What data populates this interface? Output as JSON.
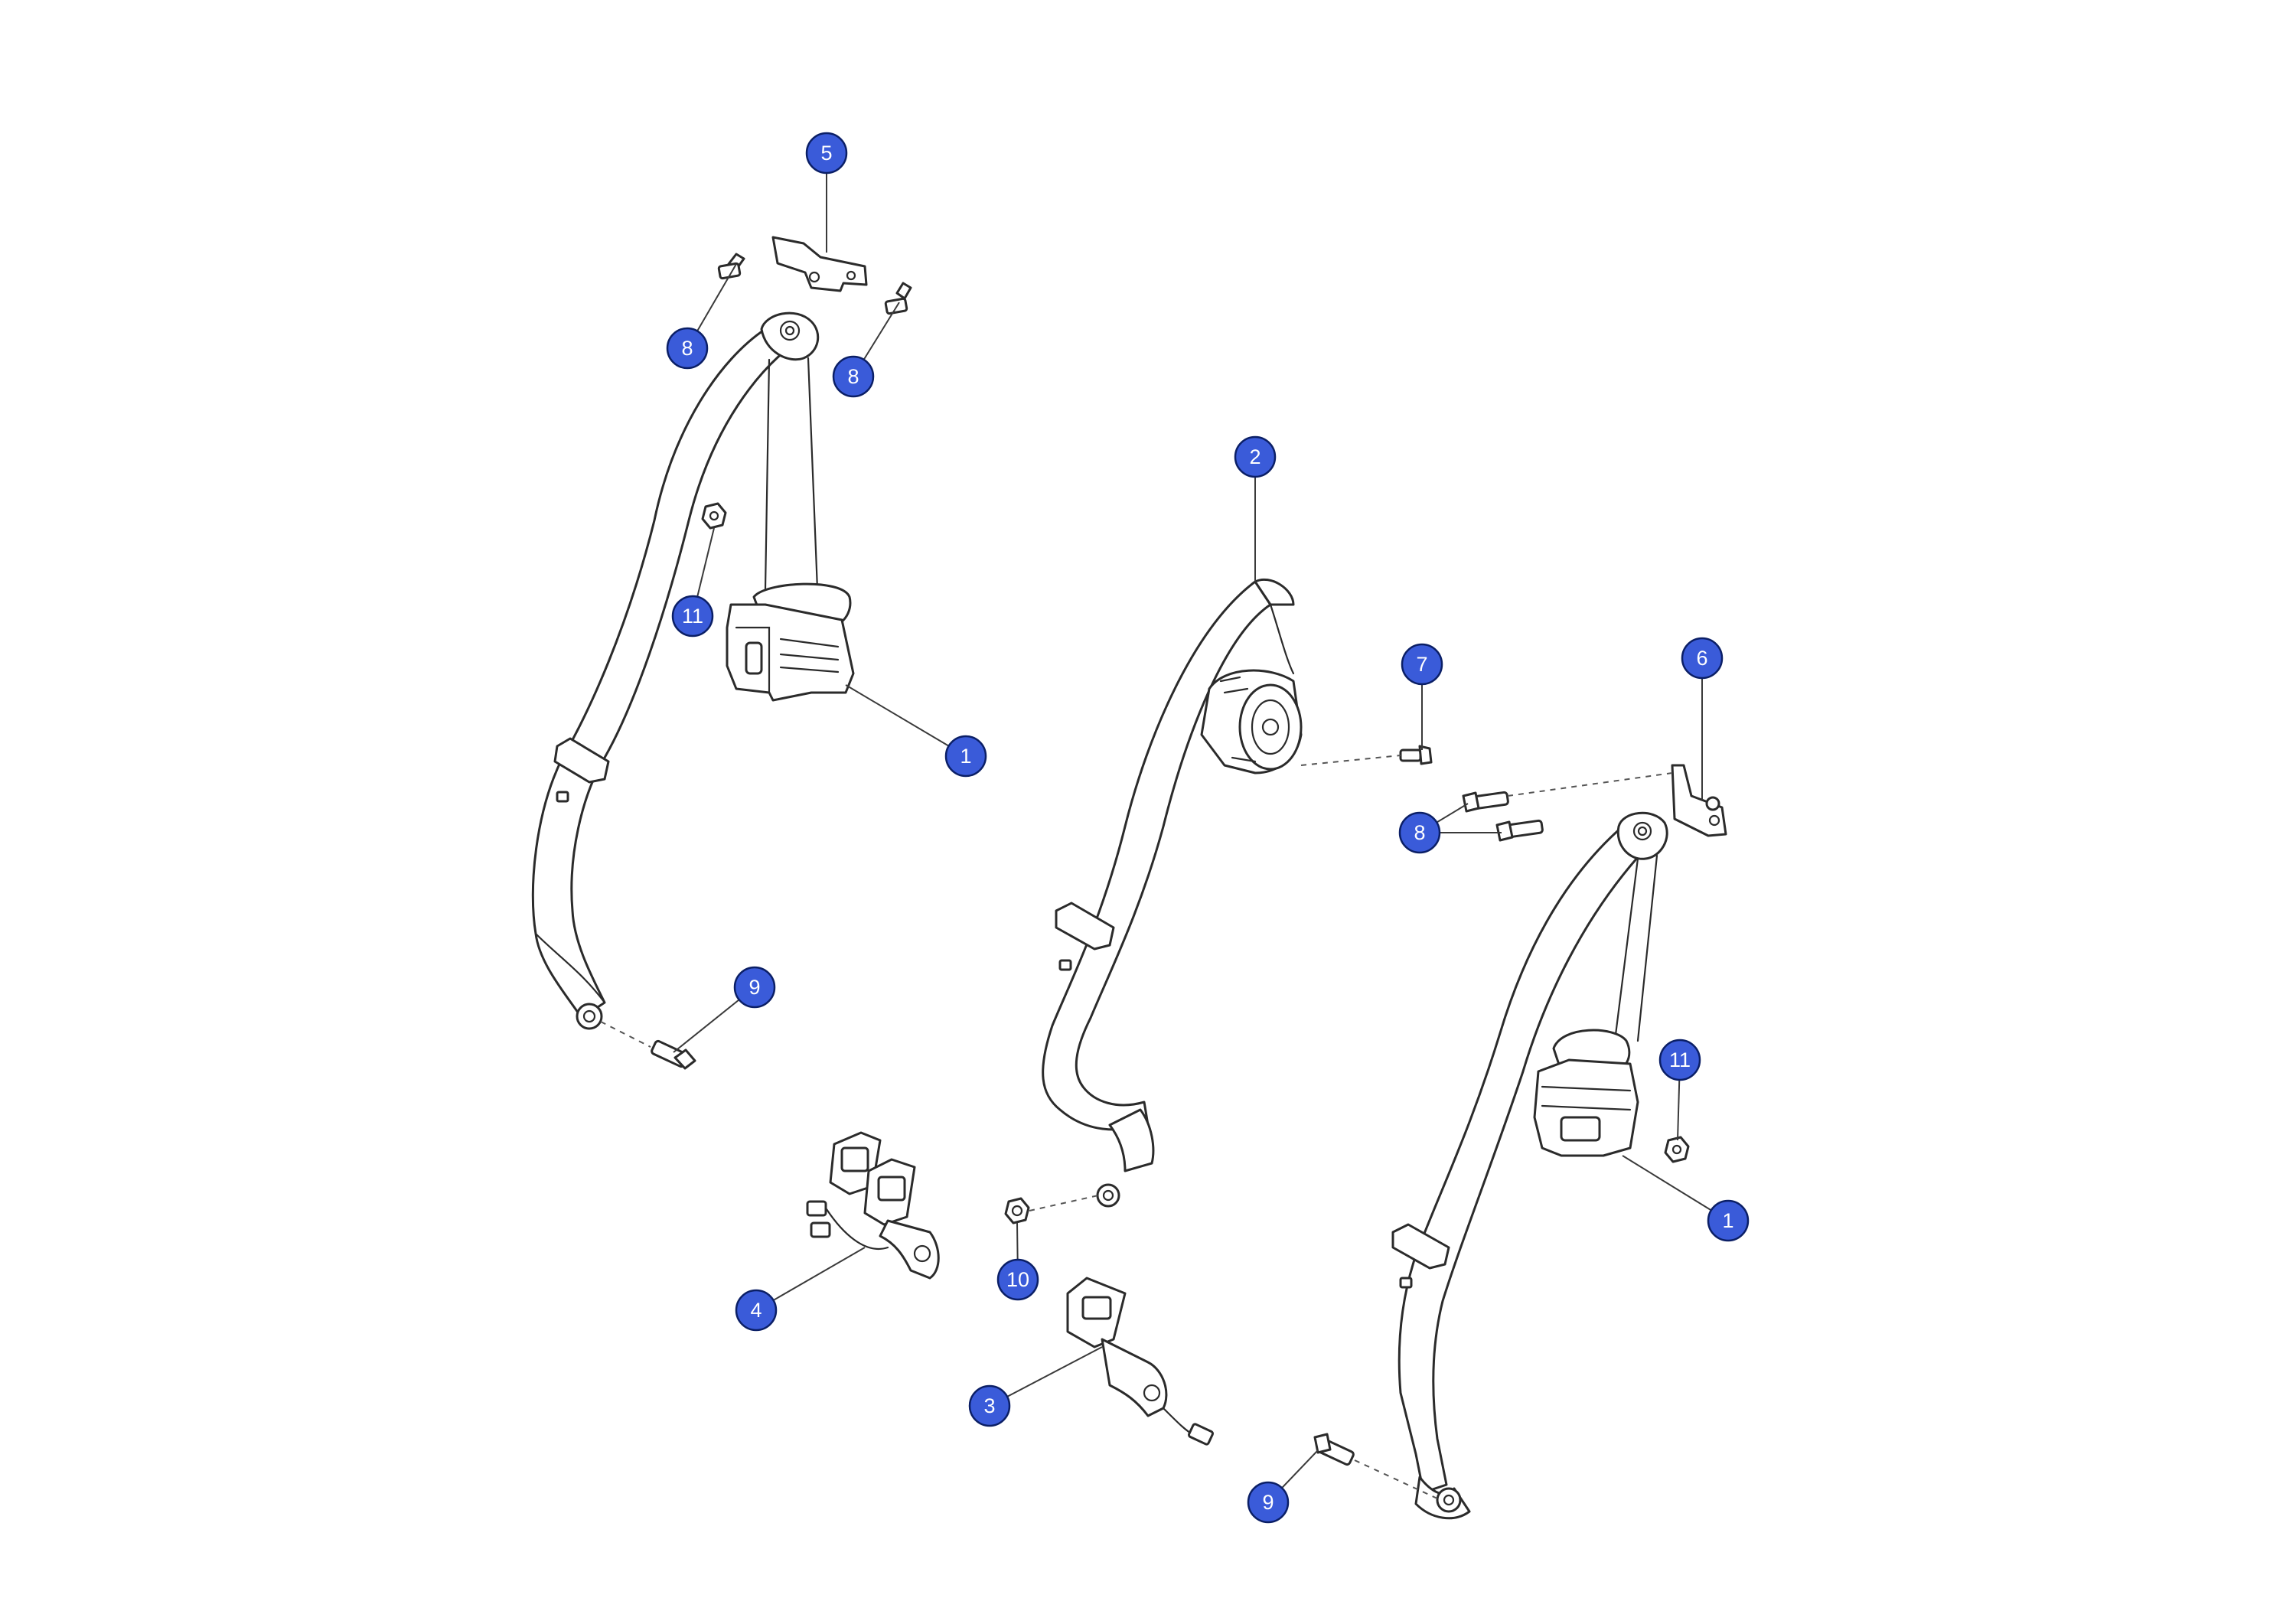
{
  "colors": {
    "callout_fill": "#3a5bd9",
    "line": "#2b2b2b",
    "background": "#ffffff"
  },
  "callouts": [
    {
      "id": "c5",
      "label": "5"
    },
    {
      "id": "c8a",
      "label": "8"
    },
    {
      "id": "c8b",
      "label": "8"
    },
    {
      "id": "c11a",
      "label": "11"
    },
    {
      "id": "c1a",
      "label": "1"
    },
    {
      "id": "c9a",
      "label": "9"
    },
    {
      "id": "c2",
      "label": "2"
    },
    {
      "id": "c7",
      "label": "7"
    },
    {
      "id": "c6",
      "label": "6"
    },
    {
      "id": "c8c",
      "label": "8"
    },
    {
      "id": "c11b",
      "label": "11"
    },
    {
      "id": "c1b",
      "label": "1"
    },
    {
      "id": "c4",
      "label": "4"
    },
    {
      "id": "c10",
      "label": "10"
    },
    {
      "id": "c3",
      "label": "3"
    },
    {
      "id": "c9b",
      "label": "9"
    }
  ]
}
